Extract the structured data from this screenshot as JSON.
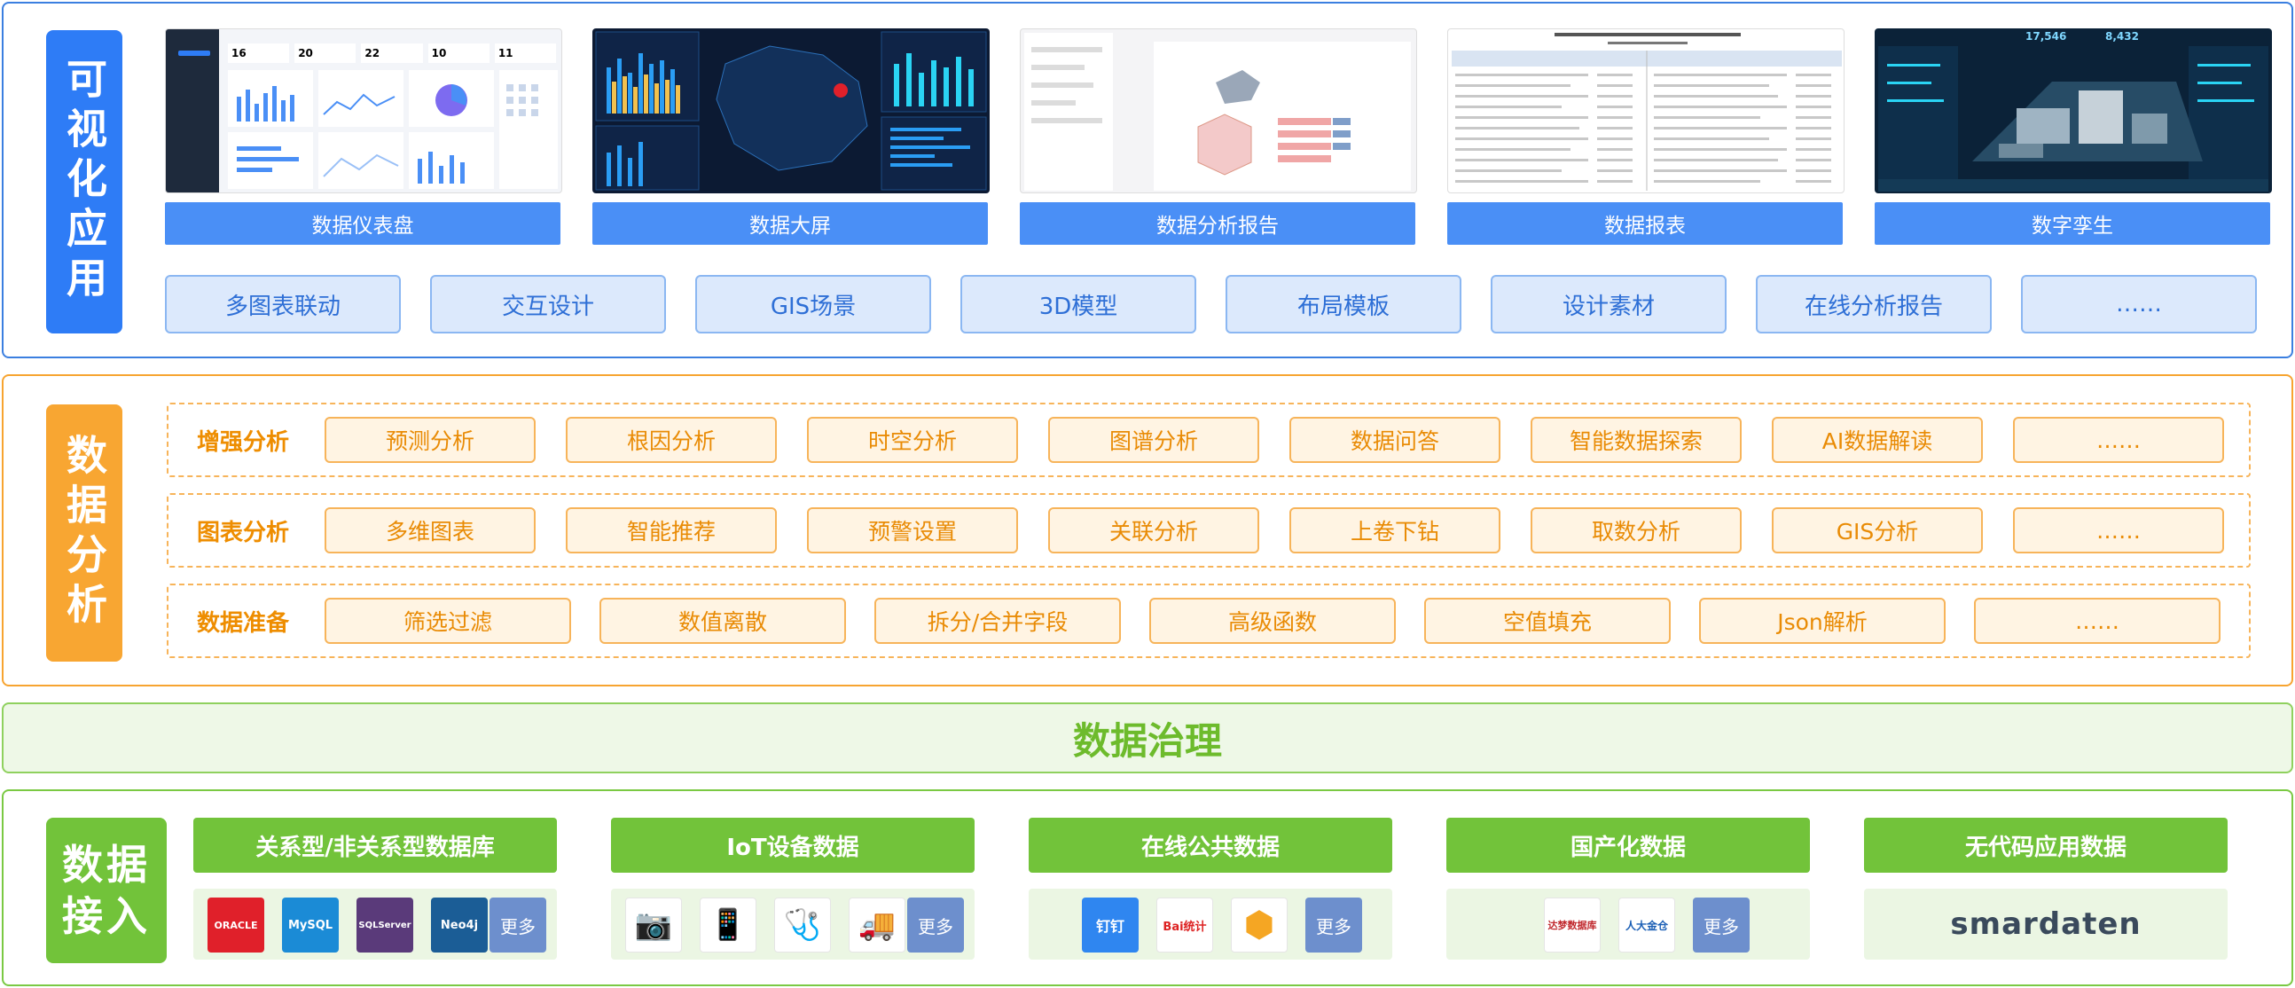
{
  "viz": {
    "label": "可视化应用",
    "apps": [
      {
        "caption": "数据仪表盘",
        "stats": [
          "16",
          "20",
          "22",
          "10",
          "11"
        ]
      },
      {
        "caption": "数据大屏"
      },
      {
        "caption": "数据分析报告"
      },
      {
        "caption": "数据报表"
      },
      {
        "caption": "数字孪生",
        "stats": [
          "17,546",
          "8,432"
        ]
      }
    ],
    "features": [
      "多图表联动",
      "交互设计",
      "GIS场景",
      "3D模型",
      "布局模板",
      "设计素材",
      "在线分析报告",
      "……"
    ]
  },
  "analysis": {
    "label": "数据分析",
    "rows": [
      {
        "label": "增强分析",
        "items": [
          "预测分析",
          "根因分析",
          "时空分析",
          "图谱分析",
          "数据问答",
          "智能数据探索",
          "AI数据解读",
          "……"
        ]
      },
      {
        "label": "图表分析",
        "items": [
          "多维图表",
          "智能推荐",
          "预警设置",
          "关联分析",
          "上卷下钻",
          "取数分析",
          "GIS分析",
          "……"
        ]
      },
      {
        "label": "数据准备",
        "items": [
          "筛选过滤",
          "数值离散",
          "拆分/合并字段",
          "高级函数",
          "空值填充",
          "Json解析",
          "……"
        ]
      }
    ]
  },
  "governance": {
    "label": "数据治理"
  },
  "access": {
    "label": "数据接入",
    "groups": [
      {
        "title": "关系型/非关系型数据库",
        "icons": [
          {
            "name": "oracle-icon",
            "text": "ORACLE",
            "color": "#e0202a"
          },
          {
            "name": "mysql-icon",
            "text": "MySQL",
            "color": "#1b8bd6"
          },
          {
            "name": "sqlserver-icon",
            "text": "SQLServer",
            "color": "#5a3a7a"
          },
          {
            "name": "neo4j-icon",
            "text": "Neo4j",
            "color": "#1b5d96"
          }
        ],
        "more": "更多"
      },
      {
        "title": "IoT设备数据",
        "icons": [
          {
            "name": "camera-icon",
            "text": "📷"
          },
          {
            "name": "phone-icon",
            "text": "📱"
          },
          {
            "name": "stethoscope-icon",
            "text": "🩺"
          },
          {
            "name": "truck-icon",
            "text": "🚚"
          }
        ],
        "more": "更多"
      },
      {
        "title": "在线公共数据",
        "icons": [
          {
            "name": "dingtalk-icon",
            "text": "钉钉",
            "color": "#2f86f0"
          },
          {
            "name": "baidu-icon",
            "text": "Bai统计"
          },
          {
            "name": "google-cloud-icon",
            "text": "⬢"
          }
        ],
        "more": "更多"
      },
      {
        "title": "国产化数据",
        "icons": [
          {
            "name": "dameng-icon",
            "text": "达梦数据库"
          },
          {
            "name": "kingbase-icon",
            "text": "人大金仓"
          }
        ],
        "more": "更多"
      },
      {
        "title": "无代码应用数据",
        "brand": "smardaten"
      }
    ]
  }
}
